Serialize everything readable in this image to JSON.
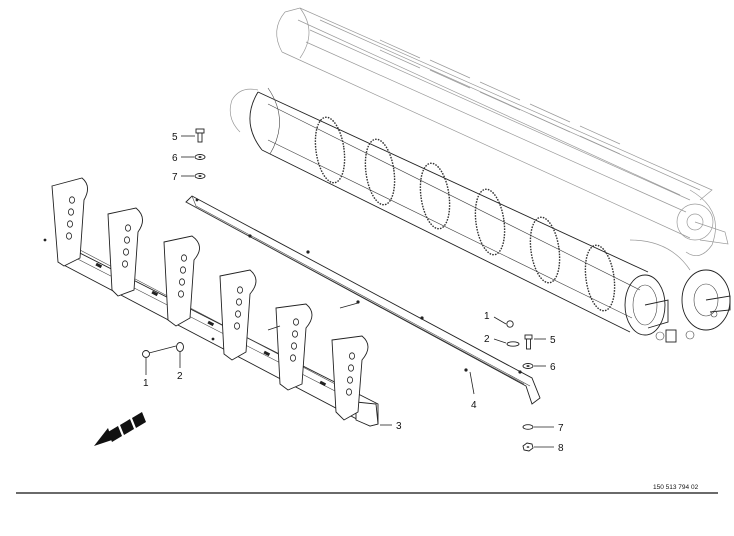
{
  "callouts": [
    {
      "id": "c5a",
      "text": "5"
    },
    {
      "id": "c6a",
      "text": "6"
    },
    {
      "id": "c7a",
      "text": "7"
    },
    {
      "id": "c1a",
      "text": "1"
    },
    {
      "id": "c2a",
      "text": "2"
    },
    {
      "id": "c3",
      "text": "3"
    },
    {
      "id": "c4",
      "text": "4"
    },
    {
      "id": "c1b",
      "text": "1"
    },
    {
      "id": "c2b",
      "text": "2"
    },
    {
      "id": "c5b",
      "text": "5"
    },
    {
      "id": "c6b",
      "text": "6"
    },
    {
      "id": "c7b",
      "text": "7"
    },
    {
      "id": "c8",
      "text": "8"
    }
  ],
  "reference_number": "150 513 794 02",
  "icons": {
    "direction": "direction-arrow-icon"
  }
}
